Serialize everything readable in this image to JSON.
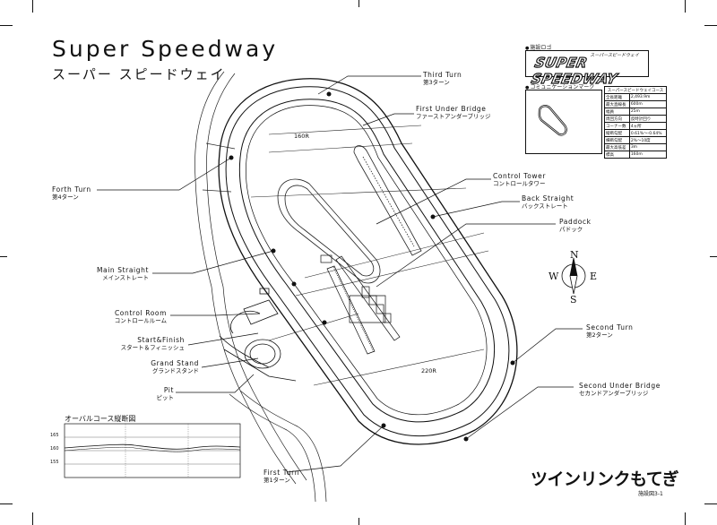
{
  "title": {
    "en": "Super Speedway",
    "ja": "スーパー スピードウェイ"
  },
  "logo_section": {
    "label": "施設ロゴ",
    "logo_text": "SUPER SPEEDWAY",
    "logo_subtext": "スーパースピードウェイ"
  },
  "comm_section": {
    "label": "コミュニケーションマーク"
  },
  "spec_table": {
    "header": "スーパースピードウェイコース",
    "rows": [
      {
        "label": "全長距離",
        "value": "2,493.9m"
      },
      {
        "label": "最大直線長",
        "value": "600m"
      },
      {
        "label": "幅員",
        "value": "25m"
      },
      {
        "label": "周回方向",
        "value": "反時計回り"
      },
      {
        "label": "コーナー数",
        "value": "4ヵ所"
      },
      {
        "label": "縦断勾配",
        "value": "0.61%〜-0.64%"
      },
      {
        "label": "横断勾配",
        "value": "2%〜10度"
      },
      {
        "label": "最大高低差",
        "value": "3m"
      },
      {
        "label": "標高",
        "value": "160m"
      }
    ]
  },
  "callouts": {
    "third_turn": {
      "en": "Third Turn",
      "ja": "第3ターン"
    },
    "first_under_bridge": {
      "en": "First Under Bridge",
      "ja": "ファーストアンダーブリッジ"
    },
    "forth_turn": {
      "en": "Forth Turn",
      "ja": "第4ターン"
    },
    "control_tower": {
      "en": "Control Tower",
      "ja": "コントロールタワー"
    },
    "back_straight": {
      "en": "Back Straight",
      "ja": "バックストレート"
    },
    "paddock": {
      "en": "Paddock",
      "ja": "パドック"
    },
    "main_straight": {
      "en": "Main Straight",
      "ja": "メインストレート"
    },
    "control_room": {
      "en": "Control Room",
      "ja": "コントロールルーム"
    },
    "start_finish": {
      "en": "Start&Finish",
      "ja": "スタート＆フィニッシュ"
    },
    "grand_stand": {
      "en": "Grand Stand",
      "ja": "グランドスタンド"
    },
    "pit": {
      "en": "Pit",
      "ja": "ピット"
    },
    "second_turn": {
      "en": "Second Turn",
      "ja": "第2ターン"
    },
    "second_under_bridge": {
      "en": "Second Under Bridge",
      "ja": "セカンドアンダーブリッジ"
    },
    "first_turn": {
      "en": "First Turn",
      "ja": "第1ターン"
    }
  },
  "radius_labels": {
    "north": "160R",
    "south": "220R"
  },
  "compass": {
    "n": "N",
    "s": "S",
    "e": "E",
    "w": "W"
  },
  "profile": {
    "title": "オーバルコース縦断図",
    "y_ticks": [
      "165",
      "160",
      "155"
    ]
  },
  "brand": "ツインリンクもてぎ",
  "figure_number": "施設図3-1"
}
